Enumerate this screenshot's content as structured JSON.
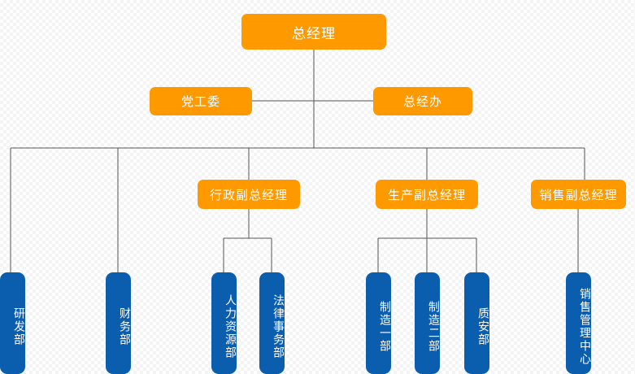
{
  "chart": {
    "title_node": {
      "label": "总经理"
    },
    "staff_nodes": [
      {
        "label": "党工委"
      },
      {
        "label": "总经办"
      }
    ],
    "executive_nodes": [
      {
        "label": "行政副总经理"
      },
      {
        "label": "生产副总经理"
      },
      {
        "label": "销售副总经理"
      }
    ],
    "department_nodes": [
      {
        "label": "研发部"
      },
      {
        "label": "财务部"
      },
      {
        "label": "人力资源部"
      },
      {
        "label": "法律事务部"
      },
      {
        "label": "制造一部"
      },
      {
        "label": "制造二部"
      },
      {
        "label": "质安部"
      },
      {
        "label": "销售管理中心"
      }
    ],
    "colors": {
      "manager_box": "#ff9900",
      "department_box": "#0b5eae",
      "connector_line": "#555555",
      "node_text": "#ffffff",
      "background": "#ffffff"
    }
  }
}
